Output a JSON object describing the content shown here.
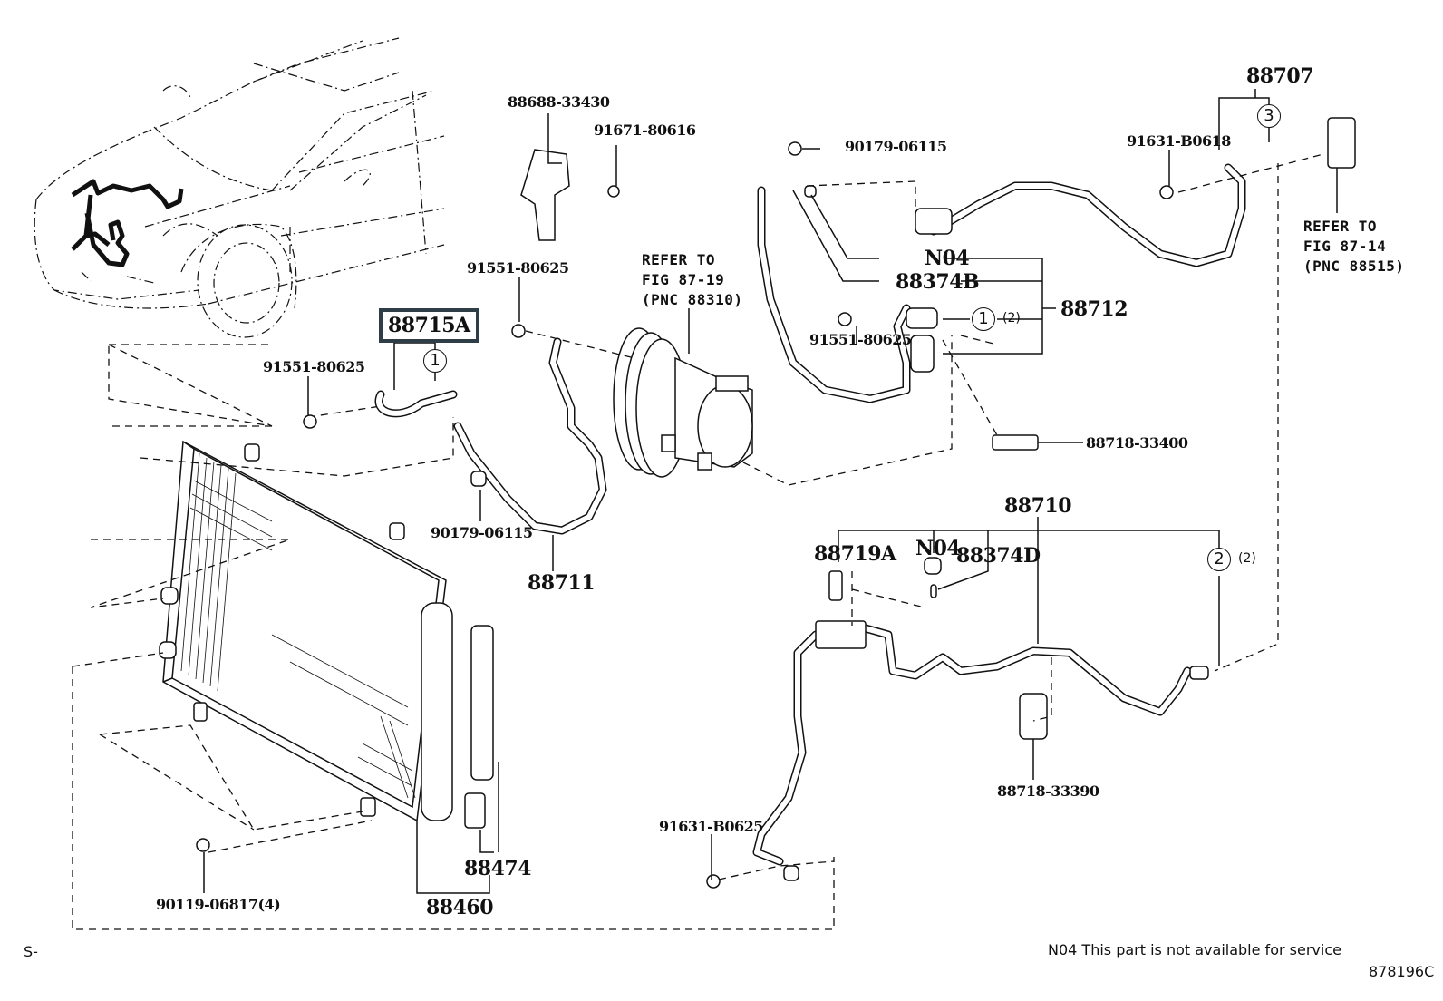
{
  "diagram": {
    "title_code": "878196C",
    "corner_mark": "S-",
    "footnote": "N04 This part is not available for service",
    "highlighted_part": "88715A",
    "parts": {
      "p88688_33430": "88688-33430",
      "p91671_80616": "91671-80616",
      "p90179_06115_top": "90179-06115",
      "p91631_B0618": "91631-B0618",
      "p88707": "88707",
      "refer_87_14": "REFER TO\nFIG 87-14\n(PNC 88515)",
      "refer_87_19": "REFER TO\nFIG 87-19\n(PNC 88310)",
      "p91551_80625_a": "91551-80625",
      "p91551_80625_b": "91551-80625",
      "p91551_80625_c": "91551-80625",
      "p88715A": "88715A",
      "n04_top": "N04",
      "p88374B": "88374B",
      "p88712": "88712",
      "p88718_33400": "88718-33400",
      "p90179_06115_mid": "90179-06115",
      "p88711": "88711",
      "p88710": "88710",
      "p88719A": "88719A",
      "n04_mid": "N04",
      "p88374D": "88374D",
      "p88718_33390": "88718-33390",
      "p91631_B0625": "91631-B0625",
      "p88474": "88474",
      "p88460": "88460",
      "p90119_06817": "90119-06817(4)"
    },
    "callouts": [
      {
        "number": "1",
        "qty": ""
      },
      {
        "number": "1",
        "qty": "(2)"
      },
      {
        "number": "2",
        "qty": "(2)"
      },
      {
        "number": "3",
        "qty": ""
      }
    ]
  }
}
